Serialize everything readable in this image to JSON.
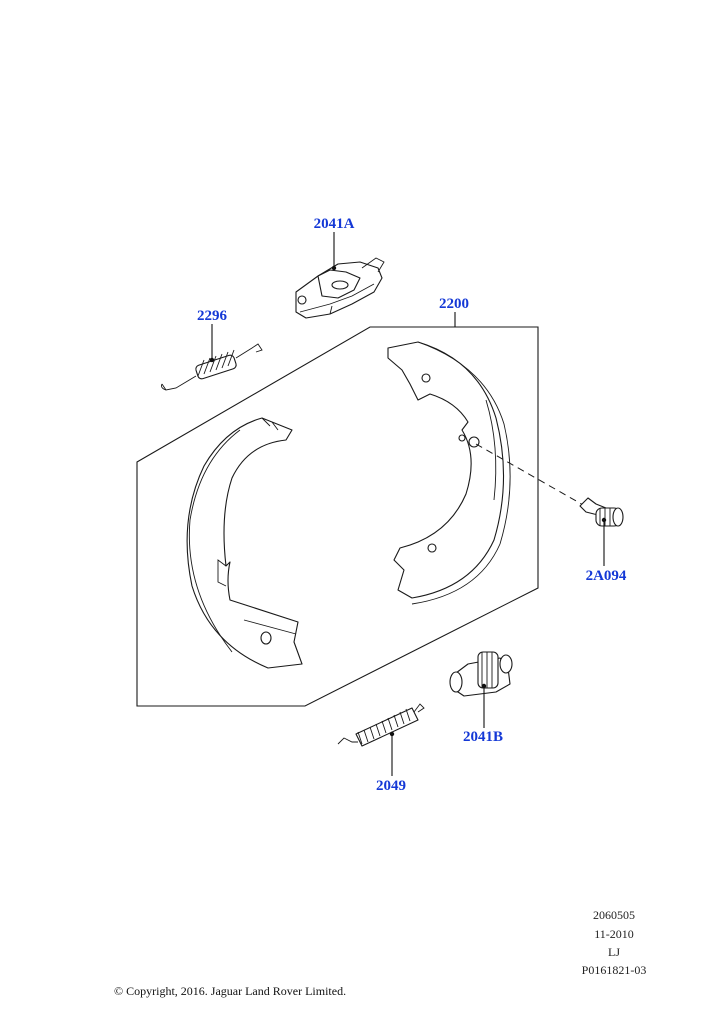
{
  "callout_color": "#1438d6",
  "callouts": {
    "c2041A": "2041A",
    "c2296": "2296",
    "c2200": "2200",
    "c2A094": "2A094",
    "c2041B": "2041B",
    "c2049": "2049"
  },
  "meta": {
    "line1": "2060505",
    "line2": "11-2010",
    "line3": "LJ",
    "line4": "P0161821-03"
  },
  "copyright": "© Copyright, 2016. Jaguar Land Rover Limited."
}
